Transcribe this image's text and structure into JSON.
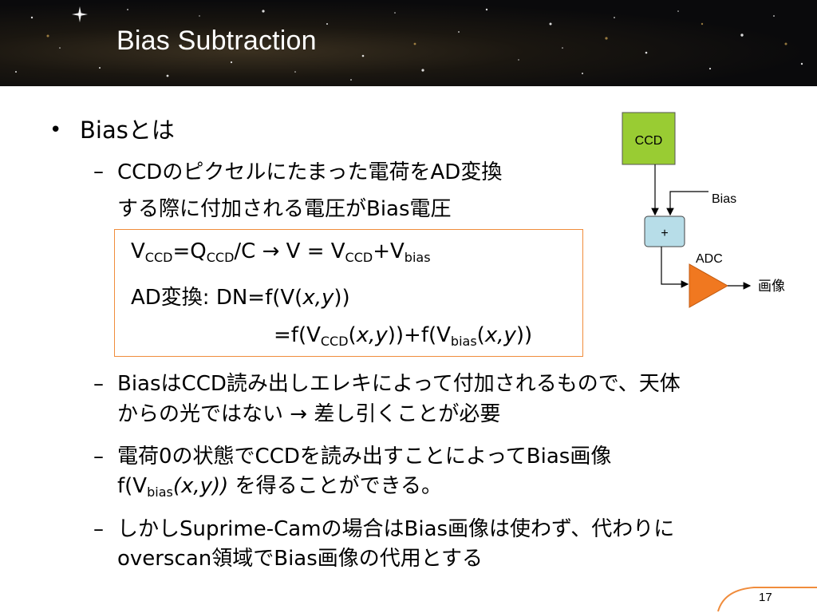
{
  "slide": {
    "title": "Bias Subtraction",
    "page_number": "17"
  },
  "bullets": {
    "main": "Biasとは",
    "sub1_line1": "CCDのピクセルにたまった電荷をAD変換",
    "sub1_line2": "する際に付加される電圧がBias電圧",
    "sub2_line1": "BiasはCCD読み出しエレキによって付加されるもので、天体",
    "sub2_line2": "からの光ではない",
    "sub2_line2_after": "差し引くことが必要",
    "sub3_line1": "電荷0の状態でCCDを読み出すことによってBias画像",
    "sub3_line2_pre": "f(V",
    "sub3_line2_sub": "bias",
    "sub3_line2_x": "(x,y))",
    "sub3_line2_post": " を得ることができる。",
    "sub4_line1": "しかしSuprime-Camの場合はBias画像は使わず、代わりに",
    "sub4_line2": "overscan領域でBias画像の代用とする"
  },
  "formula": {
    "l1_v": "V",
    "l1_ccd1": "CCD",
    "l1_eq_q": "=Q",
    "l1_ccd2": "CCD",
    "l1_slash_c": "/C",
    "l1_arrow": "→",
    "l1_v_eq": " V = V",
    "l1_ccd3": "CCD",
    "l1_plus_v": "+V",
    "l1_bias": "bias",
    "l2_pre": "AD変換: DN=f(V(",
    "l2_xy": "x,y",
    "l2_post": "))",
    "l3_pre": "=f(V",
    "l3_ccd": "CCD",
    "l3_open": "(",
    "l3_xy1": "x,y",
    "l3_mid": "))+f(V",
    "l3_bias": "bias",
    "l3_open2": "(",
    "l3_xy2": "x,y",
    "l3_close": "))"
  },
  "diagram": {
    "ccd_label": "CCD",
    "bias_label": "Bias",
    "plus_label": "+",
    "adc_label": "ADC",
    "output_label": "画像",
    "ccd_color": "#99cc33",
    "plus_color": "#b7dde8",
    "adc_color": "#f07820"
  },
  "markers": {
    "bullet": "•",
    "dash": "–",
    "arrow": "→"
  }
}
